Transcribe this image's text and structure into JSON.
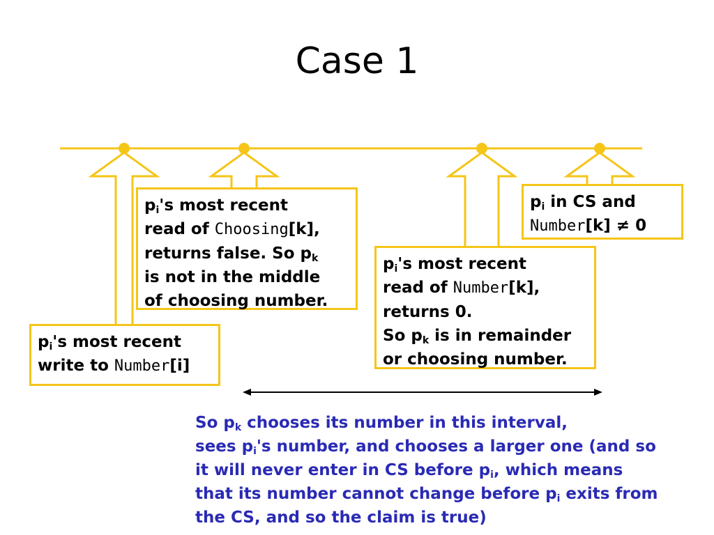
{
  "slide": {
    "title": "Case 1"
  },
  "colors": {
    "timeline": "#f5c518",
    "conclusion_text": "#2a2ab4"
  },
  "box_write": {
    "p": "p",
    "i": "i",
    "line1_rest": "'s most recent",
    "line2_pre": "write to ",
    "line2_mono": "Number",
    "line2_post": "[i]"
  },
  "box_choosing": {
    "p": "p",
    "i": "i",
    "line1_rest": "'s most recent",
    "line2_pre": "read of ",
    "line2_mono": "Choosing",
    "line2_post": "[k],",
    "line3_pre": "returns false. So p",
    "line3_sub": "k",
    "line4": "is not in the middle",
    "line5": "of choosing number."
  },
  "box_number": {
    "p": "p",
    "i": "i",
    "line1_rest": "'s most recent",
    "line2_pre": "read of ",
    "line2_mono": "Number",
    "line2_post": "[k],",
    "line3": "returns 0.",
    "line4_pre": "So p",
    "line4_sub": "k",
    "line4_post": " is in remainder",
    "line5": "or choosing number."
  },
  "box_cs": {
    "p": "p",
    "i": "i",
    "line1_rest": " in CS and",
    "line2_mono": "Number",
    "line2_post": "[k] ≠ 0"
  },
  "conclusion": {
    "l1_pre": "So p",
    "l1_sub": "k",
    "l1_post": " chooses its number in this interval,",
    "l2_pre": "sees p",
    "l2_sub": "i",
    "l2_post": "'s number, and chooses a larger one (and so",
    "l3_pre": "it will never enter in CS before p",
    "l3_sub": "i",
    "l3_post": ", which means",
    "l4_pre": "that its number cannot change before p",
    "l4_sub": "i",
    "l4_post": " exits from",
    "l5": "the CS, and so the claim is true)"
  }
}
